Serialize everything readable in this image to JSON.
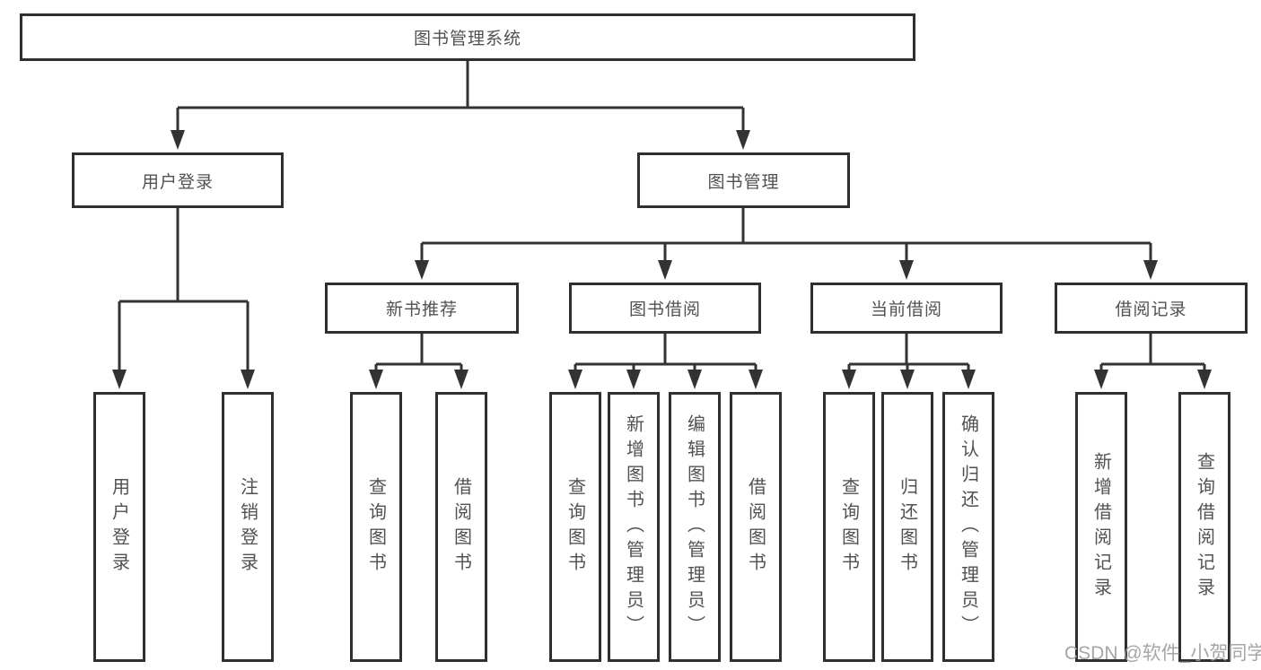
{
  "diagram": {
    "root": "图书管理系统",
    "user_login": "用户登录",
    "book_management": "图书管理",
    "groups": [
      "新书推荐",
      "图书借阅",
      "当前借阅",
      "借阅记录"
    ],
    "leaves": {
      "user_login": [
        "用户登录",
        "注销登录"
      ],
      "new_books": [
        "查询图书",
        "借阅图书"
      ],
      "borrow": [
        "查询图书",
        "新增图书（管理员）",
        "编辑图书（管理员）",
        "借阅图书"
      ],
      "current": [
        "查询图书",
        "归还图书",
        "确认归还（管理员）"
      ],
      "records": [
        "新增借阅记录",
        "查询借阅记录"
      ]
    }
  },
  "watermark": "CSDN @软件_小贺同学",
  "colors": {
    "line": "#333333",
    "border": "#2d2f31",
    "text": "#515151",
    "watermark": "#9e9e9e",
    "background": "#ffffff"
  }
}
